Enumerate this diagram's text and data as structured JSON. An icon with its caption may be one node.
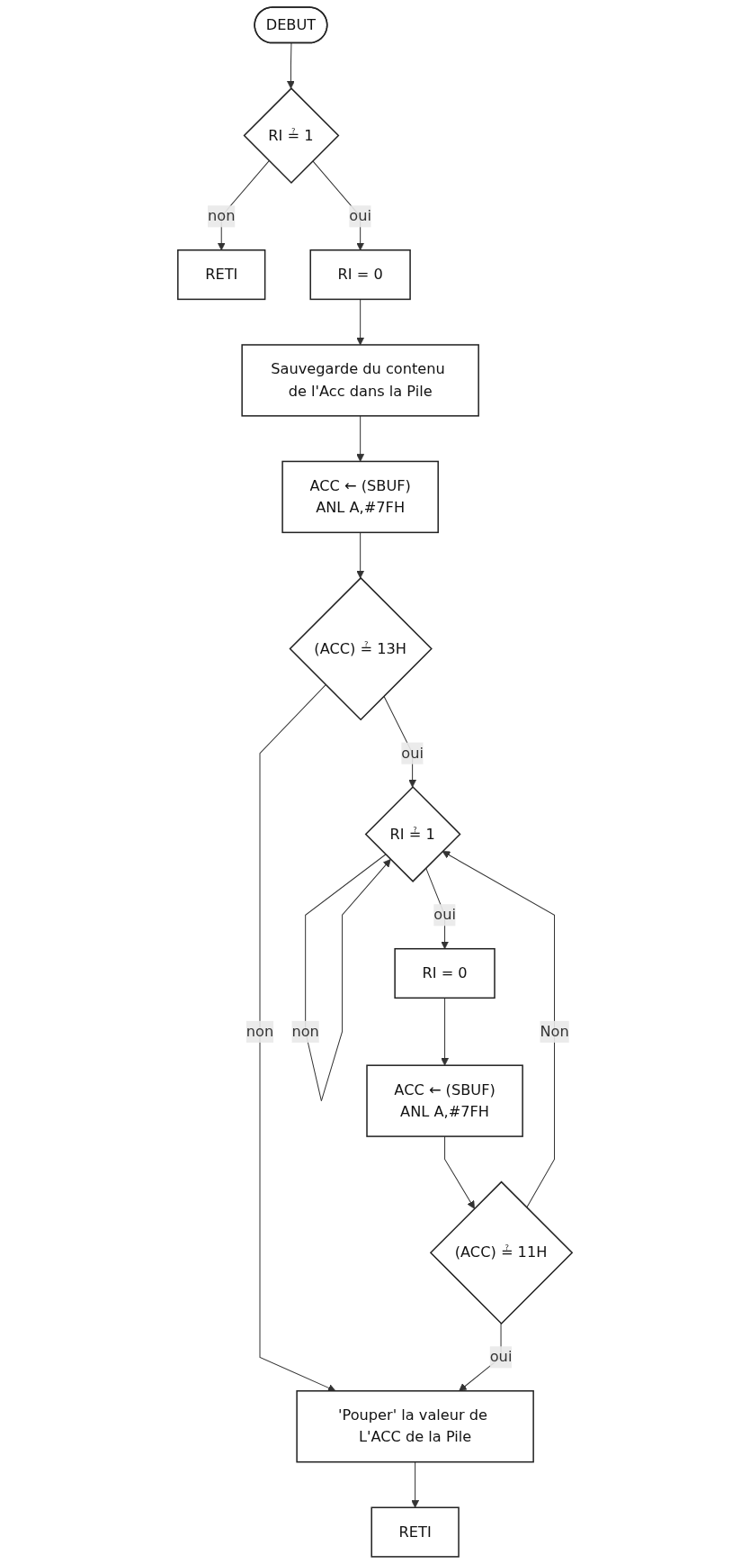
{
  "diagram": {
    "nodes": [
      {
        "text": [
          "DEBUT"
        ]
      },
      {
        "text": [
          "RI ≟ 1"
        ]
      },
      {
        "text": [
          "RETI"
        ]
      },
      {
        "text": [
          "RI = 0"
        ]
      },
      {
        "text": [
          "Sauvegarde du contenu de l'Acc dans la Pile"
        ]
      },
      {
        "text": [
          "ACC ← (SBUF)",
          "ANL A,#7FH"
        ]
      },
      {
        "text": [
          "(ACC) ≟ 13H"
        ]
      },
      {
        "text": [
          "'Pouper' la valeur de L'ACC de la Pile"
        ]
      },
      {
        "text": [
          "RETI"
        ]
      },
      {
        "text": [
          "RI ≟ 1"
        ]
      },
      {
        "text": [
          "RI = 0"
        ]
      },
      {
        "text": [
          "ACC ← (SBUF)",
          "ANL A,#7FH"
        ]
      },
      {
        "text": [
          "(ACC) ≟ 11H"
        ]
      }
    ],
    "edges": [
      {
        "from": 0,
        "to": 1,
        "arrow": "to"
      },
      {
        "from": 1,
        "to": 2,
        "label": "non",
        "arrow": "to"
      },
      {
        "from": 1,
        "to": 3,
        "label": "oui",
        "arrow": "to"
      },
      {
        "from": 3,
        "to": 4,
        "arrow": "to"
      },
      {
        "from": 4,
        "to": 5,
        "arrow": "to"
      },
      {
        "from": 5,
        "to": 6,
        "arrow": "to"
      },
      {
        "from": 6,
        "to": 7,
        "label": "non",
        "arrow": "to"
      },
      {
        "from": 7,
        "to": 8,
        "arrow": "to"
      },
      {
        "from": 6,
        "to": 9,
        "label": "oui",
        "arrow": "to"
      },
      {
        "from": 9,
        "to": 9,
        "label": "non",
        "arrow": "to"
      },
      {
        "from": 9,
        "to": 10,
        "label": "oui",
        "arrow": "to"
      },
      {
        "from": 10,
        "to": 11,
        "arrow": "to"
      },
      {
        "from": 11,
        "to": 12,
        "arrow": "to"
      },
      {
        "from": 12,
        "to": 7,
        "label": "oui",
        "arrow": "to"
      },
      {
        "from": 12,
        "to": 9,
        "label": "Non",
        "arrow": "to"
      }
    ]
  }
}
